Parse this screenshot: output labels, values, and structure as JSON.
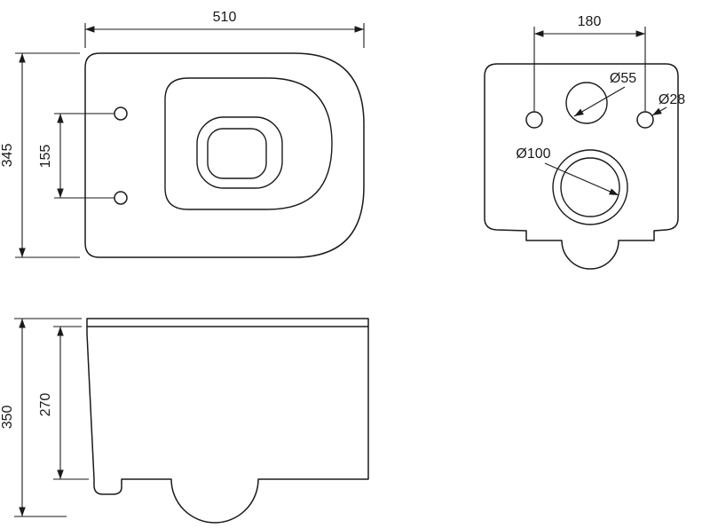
{
  "drawing": {
    "background_color": "#ffffff",
    "line_color": "#1a1a1a",
    "views": {
      "top": {
        "width": "510",
        "depth": "345",
        "mounting_hole_spacing": "155"
      },
      "rear": {
        "bolt_hole_spacing": "180",
        "inlet_diameter": "Ø55",
        "bolt_hole_diameter": "Ø28",
        "outlet_diameter": "Ø100"
      },
      "side": {
        "overall_height": "350",
        "bowl_height": "270"
      }
    }
  }
}
